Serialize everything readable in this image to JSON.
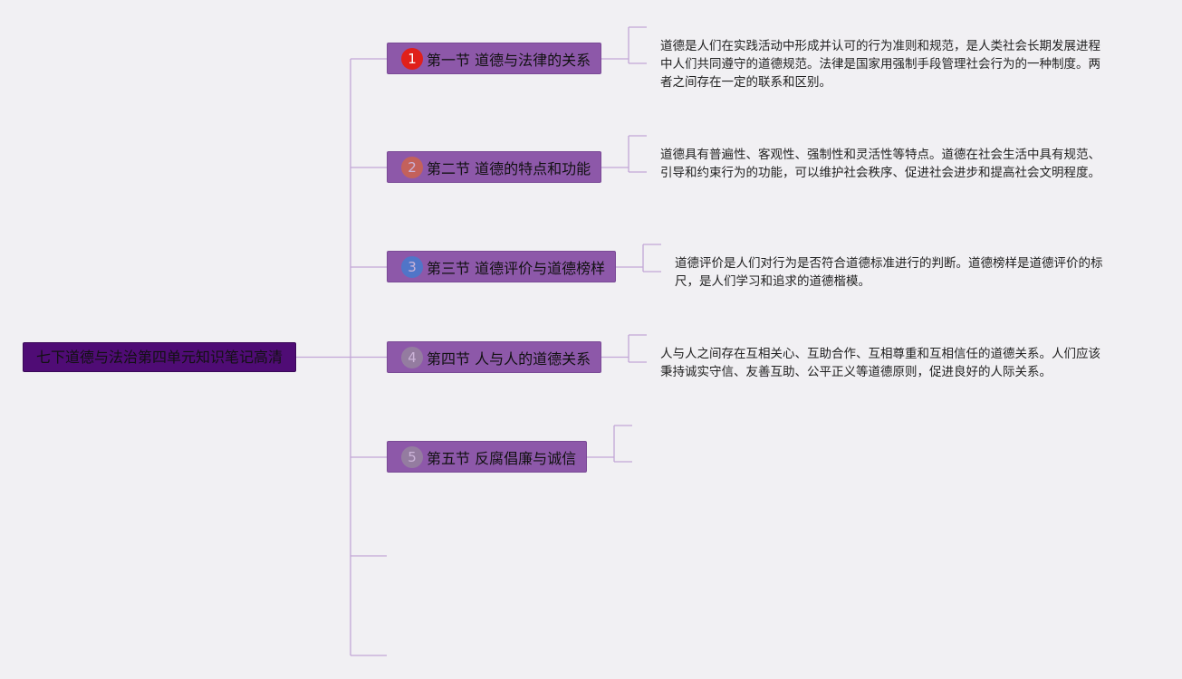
{
  "root": {
    "title": "七下道德与法治第四单元知识笔记高清"
  },
  "sections": [
    {
      "number": "1",
      "badge_color": "#e0201b",
      "label": "第一节 道德与法律的关系",
      "description": "道德是人们在实践活动中形成并认可的行为准则和规范，是人类社会长期发展进程中人们共同遵守的道德规范。法律是国家用强制手段管理社会行为的一种制度。两者之间存在一定的联系和区别。"
    },
    {
      "number": "2",
      "badge_color": "#f06a1c",
      "label": "第二节 道德的特点和功能",
      "description": "道德具有普遍性、客观性、强制性和灵活性等特点。道德在社会生活中具有规范、引导和约束行为的功能，可以维护社会秩序、促进社会进步和提高社会文明程度。"
    },
    {
      "number": "3",
      "badge_color": "#1f8de2",
      "label": "第三节 道德评价与道德榜样",
      "description": "道德评价是人们对行为是否符合道德标准进行的判断。道德榜样是道德评价的标尺，是人们学习和追求的道德楷模。"
    },
    {
      "number": "4",
      "badge_color": "#9a9a9a",
      "label": "第四节 人与人的道德关系",
      "description": "人与人之间存在互相关心、互助合作、互相尊重和互相信任的道德关系。人们应该秉持诚实守信、友善互助、公平正义等道德原则，促进良好的人际关系。"
    },
    {
      "number": "5",
      "badge_color": "#9a9a9a",
      "label": "第五节 反腐倡廉与诚信",
      "description": ""
    }
  ],
  "colors": {
    "background": "#f1f0f3",
    "root_fill": "#4f0c75",
    "section_fill": "#8d58a9",
    "connector": "#c2a7d6"
  }
}
